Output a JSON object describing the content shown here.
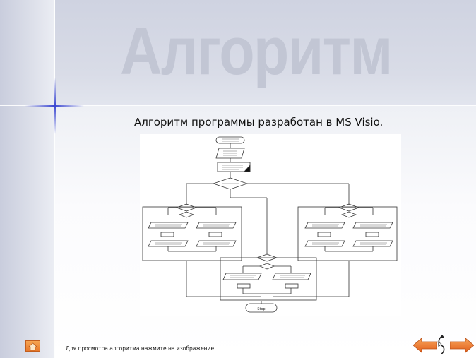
{
  "slide": {
    "title": "Алгоритм",
    "subtitle": "Алгоритм программы разработан в MS Visio.",
    "footer_text": "Для просмотра алгоритма нажмите на изображение."
  },
  "navigation": {
    "home_icon": "home-icon",
    "prev_icon": "arrow-left-icon",
    "return_icon": "return-icon",
    "next_icon": "arrow-right-icon",
    "accent_color": "#e9782a"
  },
  "diagram": {
    "terminator_end_label": "Stop"
  }
}
